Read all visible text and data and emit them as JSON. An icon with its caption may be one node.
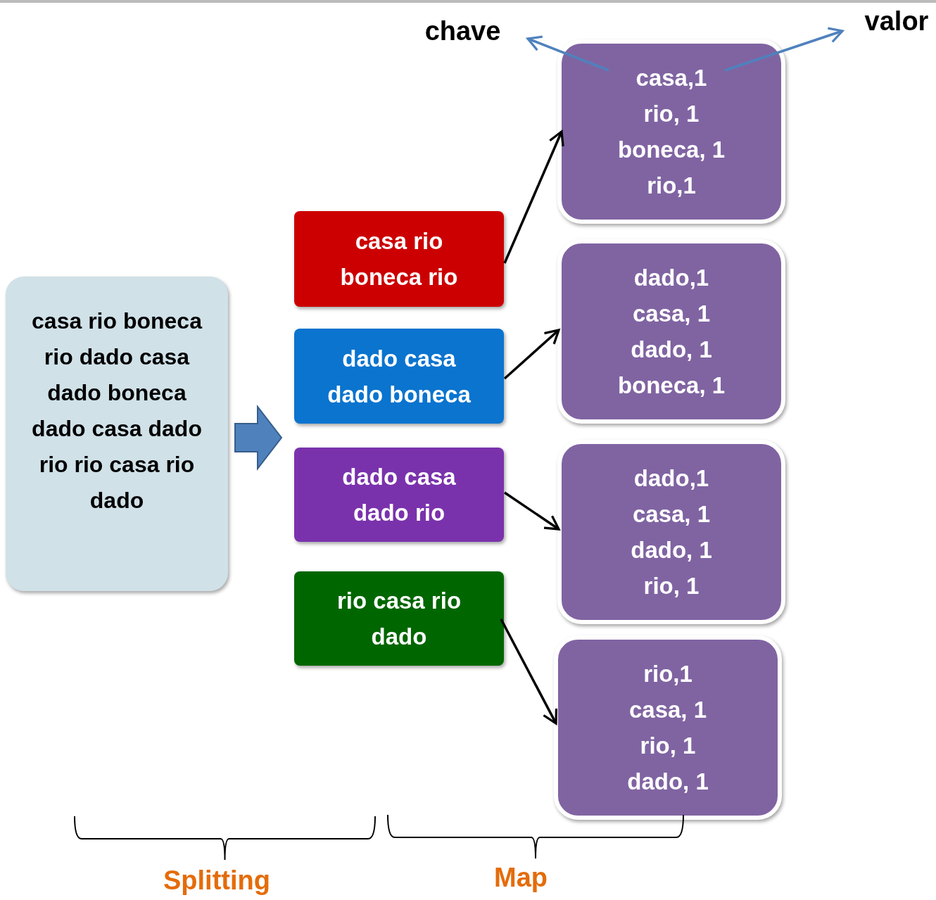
{
  "diagram": {
    "nodes": [
      {
        "text": [
          "casa rio boneca rio dado casa dado boneca dado casa dado rio rio casa rio dado"
        ]
      },
      {
        "text": [
          "casa rio boneca rio"
        ]
      },
      {
        "text": [
          "dado casa dado boneca"
        ]
      },
      {
        "text": [
          "dado casa dado rio"
        ]
      },
      {
        "text": [
          "rio casa rio dado"
        ]
      },
      {
        "text": [
          "casa,1",
          "rio, 1",
          "boneca, 1",
          "rio,1"
        ]
      },
      {
        "text": [
          "dado,1",
          "casa, 1",
          "dado, 1",
          "boneca, 1"
        ]
      },
      {
        "text": [
          "dado,1",
          "casa, 1",
          "dado, 1",
          "rio, 1"
        ]
      },
      {
        "text": [
          "rio,1",
          "casa, 1",
          "rio, 1",
          "dado, 1"
        ]
      },
      {
        "text": [
          "chave"
        ]
      },
      {
        "text": [
          "valor"
        ]
      }
    ],
    "edges": [
      {
        "from": 0,
        "to": null,
        "arrow": "to",
        "style": "thick",
        "color": "#4f81bd"
      },
      {
        "from": 1,
        "to": 5,
        "arrow": "to"
      },
      {
        "from": 2,
        "to": 6,
        "arrow": "to"
      },
      {
        "from": 3,
        "to": 7,
        "arrow": "to"
      },
      {
        "from": 4,
        "to": 8,
        "arrow": "to"
      },
      {
        "from": 5,
        "to": 9,
        "arrow": "to",
        "color": "#4f81bd"
      },
      {
        "from": 5,
        "to": 10,
        "arrow": "to",
        "color": "#4f81bd"
      }
    ],
    "labels": [
      "Splitting",
      "Map"
    ]
  }
}
